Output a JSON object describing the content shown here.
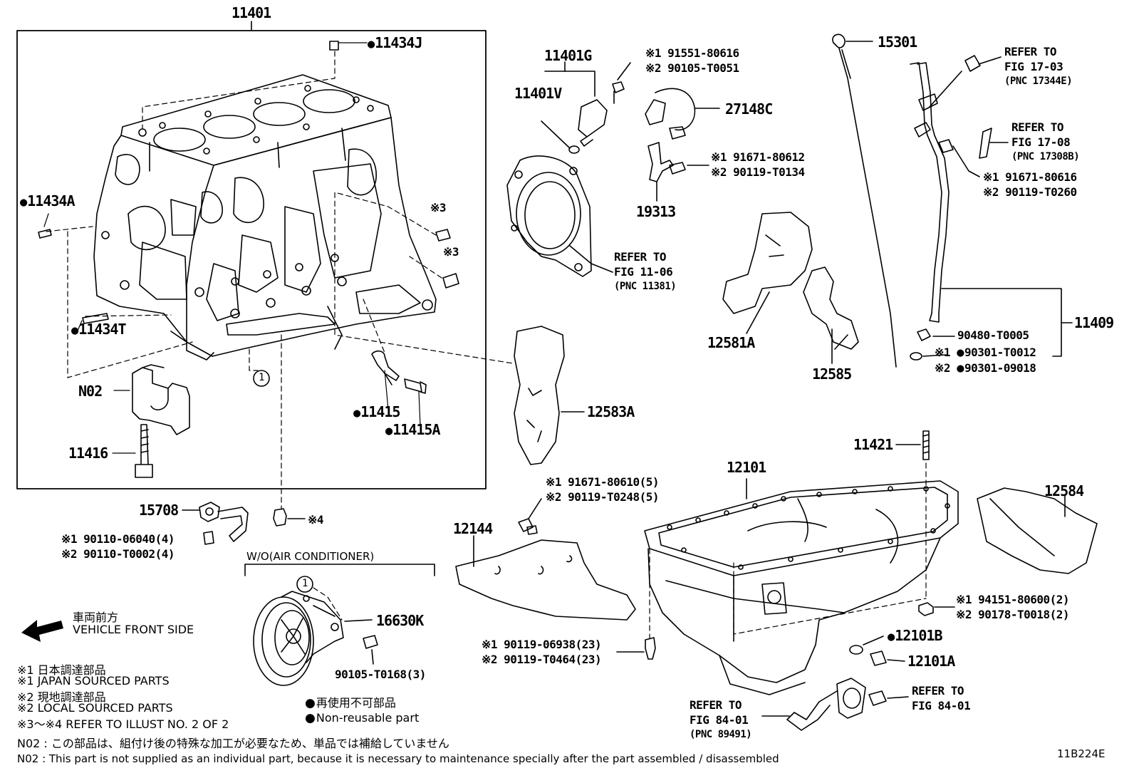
{
  "parts": {
    "p11401": "11401",
    "p11434J": "11434J",
    "p11434A": "11434A",
    "p11434T": "11434T",
    "n02": "N02",
    "p11416": "11416",
    "p11415": "11415",
    "p11415A": "11415A",
    "p11401G": "11401G",
    "p11401V": "11401V",
    "p27148C": "27148C",
    "p19313": "19313",
    "p15301": "15301",
    "p11409": "11409",
    "p12581A": "12581A",
    "p12585": "12585",
    "p12583A": "12583A",
    "p11421": "11421",
    "p12101": "12101",
    "p12584": "12584",
    "p12144": "12144",
    "p15708": "15708",
    "p16630K": "16630K",
    "p12101B": "12101B",
    "p12101A": "12101A",
    "p90105_T0168": "90105-T0168(3)",
    "p90480": "90480-T0005"
  },
  "callouts": {
    "sensor_bolt": [
      "※1 91551-80616",
      "※2 90105-T0051"
    ],
    "bracket_bolt": [
      "※1 91671-80612",
      "※2 90119-T0134"
    ],
    "guide_bolt": [
      "※1 91671-80616",
      "※2 90119-T0260"
    ],
    "gasket_11409": [
      "※1",
      "90301-T0012",
      "※2",
      "90301-09018"
    ],
    "pin_15708": [
      "※1 90110-06040(4)",
      "※2 90110-T0002(4)"
    ],
    "bolt_12144": [
      "※1 91671-80610(5)",
      "※2 90119-T0248(5)"
    ],
    "bolt_pan": [
      "※1 90119-06938(23)",
      "※2 90119-T0464(23)"
    ],
    "nut_pan": [
      "※1 94151-80600(2)",
      "※2 90178-T0018(2)"
    ],
    "mark3a": "※3",
    "mark3b": "※3",
    "mark4": "※4",
    "circle1": "1",
    "circle2": "1"
  },
  "refs": {
    "r1703": [
      "REFER TO",
      "FIG 17-03",
      "(PNC 17344E)"
    ],
    "r1708": [
      "REFER TO",
      "FIG 17-08",
      "(PNC 17308B)"
    ],
    "r1106": [
      "REFER TO",
      "FIG 11-06",
      "(PNC 11381)"
    ],
    "r8401a": [
      "REFER TO",
      "FIG 84-01",
      "(PNC 89491)"
    ],
    "r8401b": [
      "REFER TO",
      "FIG 84-01"
    ]
  },
  "wo_ac": "W/O(AIR CONDITIONER)",
  "front": {
    "jp": "車両前方",
    "en": "VEHICLE FRONT SIDE"
  },
  "nonreuse": {
    "jp": "再使用不可部品",
    "en": "Non-reusable part"
  },
  "notes": [
    "※1  日本調達部品",
    "※1  JAPAN SOURCED PARTS",
    "※2  現地調達部品",
    "※2  LOCAL SOURCED PARTS",
    "※3～※4  REFER TO ILLUST NO. 2 OF 2",
    "N02 : この部品は、組付け後の特殊な加工が必要なため、単品では補給していません",
    "N02 : This part is not supplied as an individual part, because it is necessary to maintenance specially after the part assembled / disassembled"
  ],
  "figure_id": "11B224E"
}
